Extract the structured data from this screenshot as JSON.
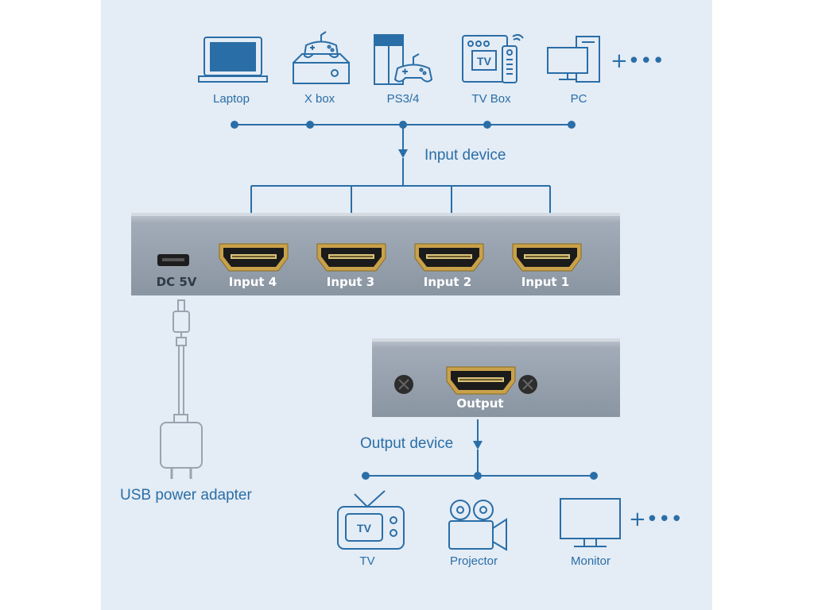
{
  "input_devices": [
    {
      "label": "Laptop",
      "icon": "laptop-icon"
    },
    {
      "label": "X box",
      "icon": "game-console-icon"
    },
    {
      "label": "PS3/4",
      "icon": "ps-console-icon"
    },
    {
      "label": "TV Box",
      "icon": "tv-box-icon"
    },
    {
      "label": "PC",
      "icon": "desktop-pc-icon"
    }
  ],
  "input_more": "+•••",
  "input_caption": "Input device",
  "switch": {
    "power_port": "DC 5V",
    "inputs": [
      "Input 4",
      "Input 3",
      "Input 2",
      "Input 1"
    ],
    "output": "Output"
  },
  "tv_box_screen_text": "TV",
  "power_caption": "USB power adapter",
  "output_caption": "Output device",
  "output_devices": [
    {
      "label": "TV",
      "icon": "tv-icon",
      "screen_text": "TV"
    },
    {
      "label": "Projector",
      "icon": "projector-icon"
    },
    {
      "label": "Monitor",
      "icon": "monitor-icon"
    }
  ],
  "output_more": "+•••",
  "colors": {
    "accent": "#2a6ea7",
    "panel_bg": "#e4ecf5",
    "device_gray": "#9aa4b0",
    "hdmi_gold": "#c8a14a"
  }
}
